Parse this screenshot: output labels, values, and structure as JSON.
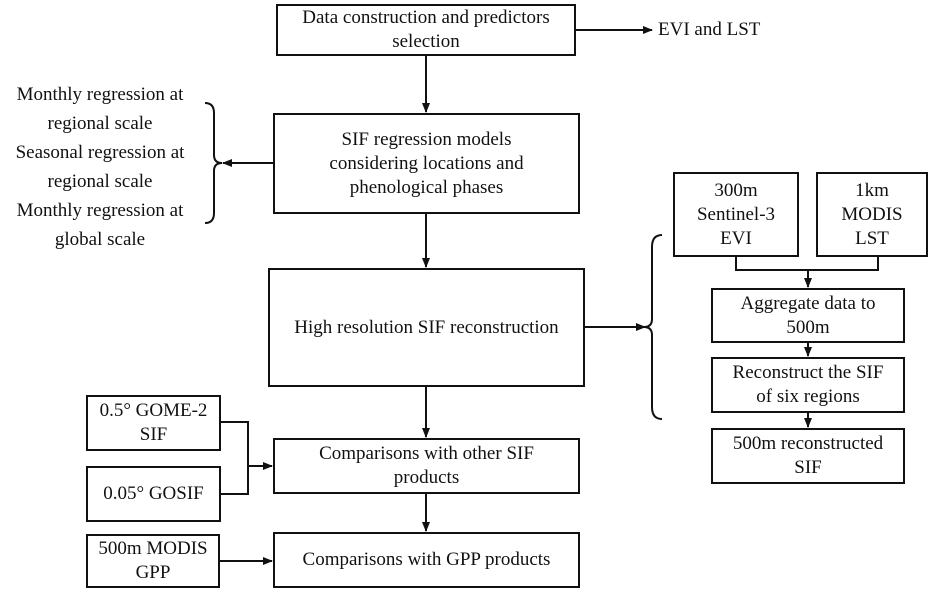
{
  "boxes": {
    "data_construction": [
      "Data construction and predictors",
      "selection"
    ],
    "sif_regression": [
      "SIF regression models",
      "considering locations and",
      "phenological phases"
    ],
    "high_res": [
      "High resolution SIF reconstruction"
    ],
    "comparisons_sif": [
      "Comparisons with other SIF",
      "products"
    ],
    "comparisons_gpp": [
      "Comparisons with GPP products"
    ],
    "gome2": [
      "0.5° GOME-2",
      "SIF"
    ],
    "gosif": [
      "0.05° GOSIF"
    ],
    "modis_gpp": [
      "500m MODIS",
      "GPP"
    ],
    "sentinel": [
      "300m",
      "Sentinel-3",
      "EVI"
    ],
    "modis_lst": [
      "1km",
      "MODIS",
      "LST"
    ],
    "aggregate": [
      "Aggregate data to",
      "500m"
    ],
    "reconstruct": [
      "Reconstruct the SIF",
      "of six regions"
    ],
    "result": [
      "500m reconstructed",
      "SIF"
    ]
  },
  "labels": {
    "evi_lst": "EVI and LST",
    "regression_options": [
      "Monthly regression at",
      "regional scale",
      "Seasonal regression at",
      "regional scale",
      "Monthly regression at",
      "global scale"
    ]
  }
}
